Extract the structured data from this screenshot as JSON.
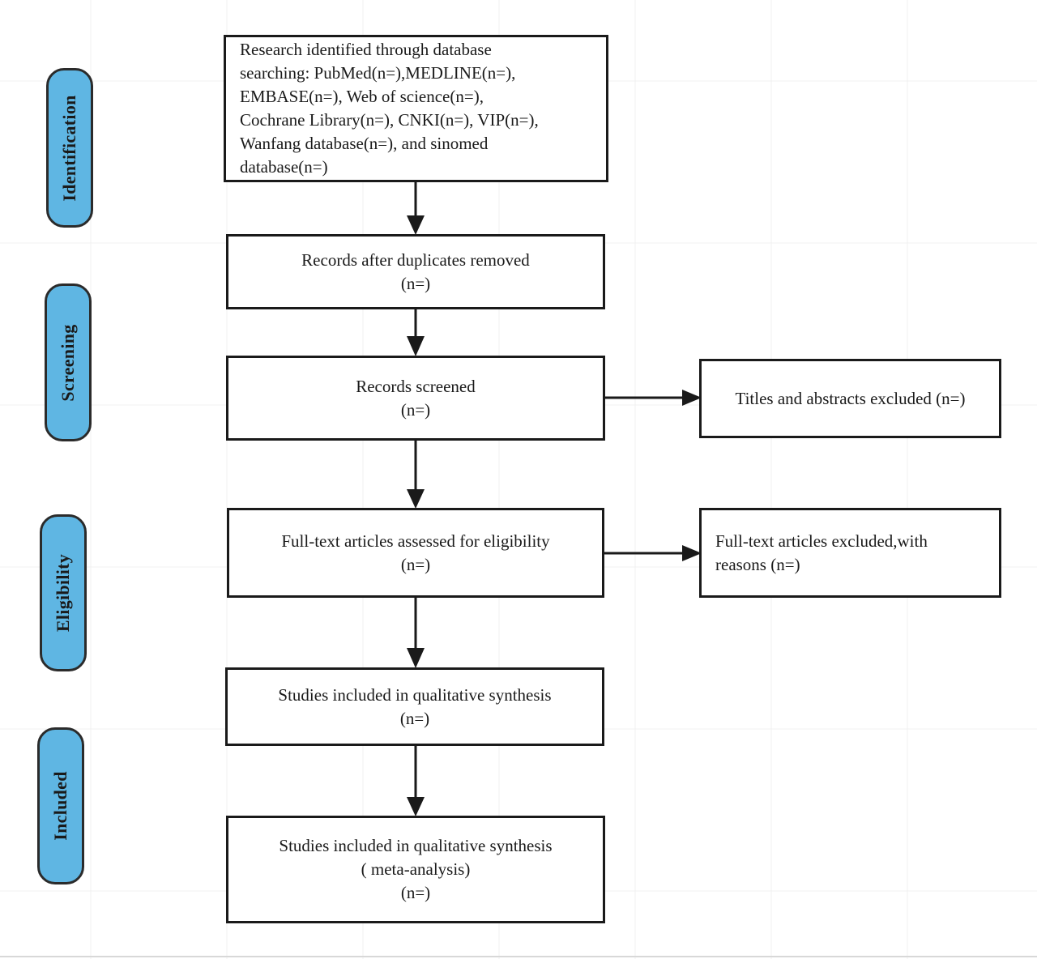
{
  "stages": {
    "identification": "Identification",
    "screening": "Screening",
    "eligibility": "Eligibility",
    "included": "Included"
  },
  "boxes": {
    "identified": {
      "lines": [
        "Research identified through database",
        "searching: PubMed(n=),MEDLINE(n=),",
        "EMBASE(n=), Web of science(n=),",
        "Cochrane Library(n=), CNKI(n=), VIP(n=),",
        "Wanfang database(n=), and sinomed",
        "database(n=)"
      ]
    },
    "duplicates_removed": {
      "lines": [
        "Records after duplicates removed",
        "(n=)"
      ]
    },
    "screened": {
      "lines": [
        "Records screened",
        "(n=)"
      ]
    },
    "excluded_titles": {
      "lines": [
        "Titles and abstracts excluded (n=)"
      ]
    },
    "fulltext_assessed": {
      "lines": [
        "Full-text articles assessed for eligibility",
        "(n=)"
      ]
    },
    "fulltext_excluded": {
      "lines": [
        "Full-text articles excluded,with",
        "reasons (n=)"
      ]
    },
    "qualitative": {
      "lines": [
        "Studies included in qualitative synthesis",
        "(n=)"
      ]
    },
    "meta_analysis": {
      "lines": [
        "Studies included in qualitative synthesis",
        "( meta-analysis)",
        "(n=)"
      ]
    }
  },
  "colors": {
    "stage_fill": "#5fb6e3",
    "line": "#1a1a1a"
  }
}
